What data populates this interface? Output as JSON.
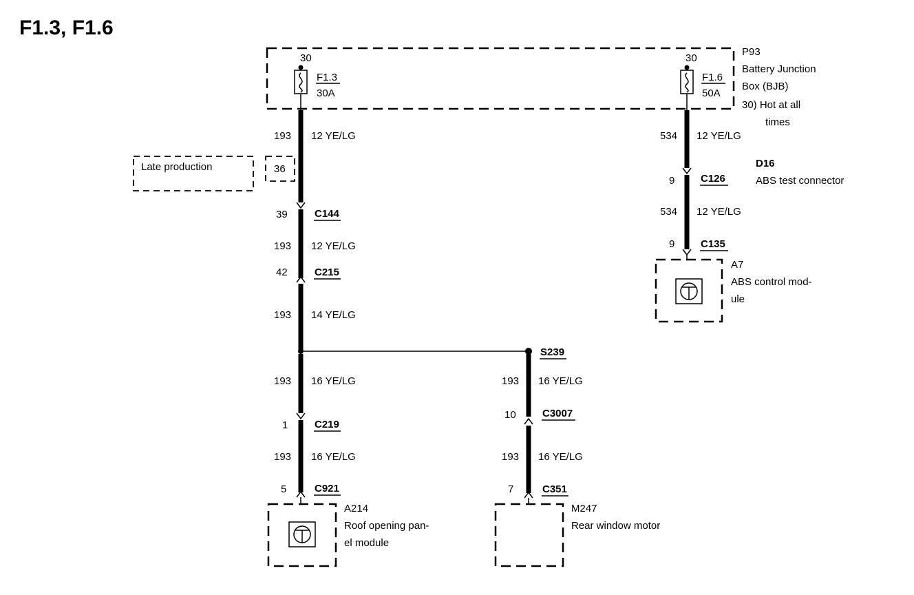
{
  "title": "F1.3, F1.6",
  "bjb": {
    "id": "P93",
    "name_line1": "Battery Junction",
    "name_line2": "Box (BJB)",
    "note_line1": "30)  Hot at all",
    "note_line2": "times"
  },
  "fuse_left": {
    "terminal": "30",
    "id": "F1.3",
    "rating": "30A"
  },
  "fuse_right": {
    "terminal": "30",
    "id": "F1.6",
    "rating": "50A"
  },
  "late_production": {
    "label": "Late production",
    "pin": "36"
  },
  "left": {
    "w1_circuit": "193",
    "w1_wire": "12 YE/LG",
    "c144_pin": "39",
    "c144": "C144",
    "w2_circuit": "193",
    "w2_wire": "12 YE/LG",
    "c215_pin": "42",
    "c215": "C215",
    "w3_circuit": "193",
    "w3_wire": "14 YE/LG",
    "w4_circuit": "193",
    "w4_wire": "16 YE/LG",
    "c219_pin": "1",
    "c219": "C219",
    "w5_circuit": "193",
    "w5_wire": "16 YE/LG",
    "c921_pin": "5",
    "c921": "C921"
  },
  "roof_module": {
    "id": "A214",
    "name_line1": "Roof opening pan-",
    "name_line2": "el module"
  },
  "splice": {
    "id": "S239"
  },
  "mid": {
    "w1_circuit": "193",
    "w1_wire": "16 YE/LG",
    "c3007_pin": "10",
    "c3007": "C3007",
    "w2_circuit": "193",
    "w2_wire": "16 YE/LG",
    "c351_pin": "7",
    "c351": "C351"
  },
  "rear_motor": {
    "id": "M247",
    "name": "Rear window motor"
  },
  "right": {
    "w1_circuit": "534",
    "w1_wire": "12 YE/LG",
    "d16": "D16",
    "d16_name": "ABS test connector",
    "c126_pin": "9",
    "c126": "C126",
    "w2_circuit": "534",
    "w2_wire": "12 YE/LG",
    "c135_pin": "9",
    "c135": "C135"
  },
  "abs_module": {
    "id": "A7",
    "name_line1": "ABS control mod-",
    "name_line2": "ule"
  },
  "icons": [
    "fuse-icon",
    "connector-arrow-icon",
    "splice-dot-icon",
    "module-symbol-icon"
  ]
}
